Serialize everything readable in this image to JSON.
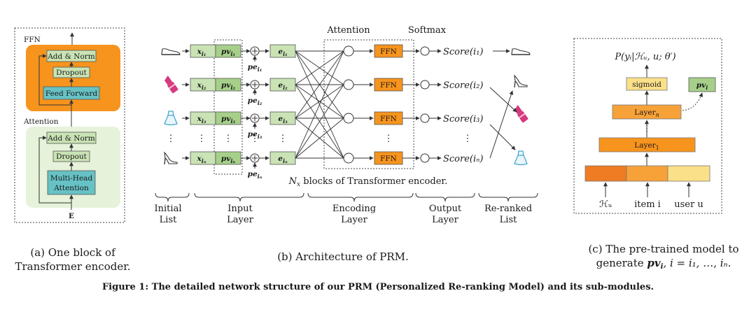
{
  "panel_a": {
    "ffn_label": "FFN",
    "attention_label": "Attention",
    "add_norm": "Add & Norm",
    "dropout": "Dropout",
    "feed_forward": "Feed Forward",
    "multi_head_1": "Multi-Head",
    "multi_head_2": "Attention",
    "input_label": "E",
    "caption_line1": "(a) One block of",
    "caption_line2": "Transformer encoder."
  },
  "panel_b": {
    "attention_title": "Attention",
    "softmax_title": "Softmax",
    "rows": [
      {
        "item": "shoe-icon",
        "x_base": "x",
        "x_sub": "i₁",
        "pv_base": "pv",
        "pv_sub": "i₁",
        "pe_base": "pe",
        "pe_sub": "i₁",
        "e_base": "e",
        "e_sub": "i₁",
        "ffn": "FFN",
        "score": "Score(i₁)",
        "reranked": "shoe-icon"
      },
      {
        "item": "lipstick-icon",
        "x_base": "x",
        "x_sub": "i₂",
        "pv_base": "pv",
        "pv_sub": "i₂",
        "pe_base": "pe",
        "pe_sub": "i₂",
        "e_base": "e",
        "e_sub": "i₂",
        "ffn": "FFN",
        "score": "Score(i₂)",
        "reranked": "high-heel-icon"
      },
      {
        "item": "dress-icon",
        "x_base": "x",
        "x_sub": "i₃",
        "pv_base": "pv",
        "pv_sub": "i₃",
        "pe_base": "pe",
        "pe_sub": "i₃",
        "e_base": "e",
        "e_sub": "i₃",
        "ffn": "FFN",
        "score": "Score(i₃)",
        "reranked": "lipstick-icon"
      },
      {
        "item": "high-heel-icon",
        "x_base": "x",
        "x_sub": "iₙ",
        "pv_base": "pv",
        "pv_sub": "iₙ",
        "pe_base": "pe",
        "pe_sub": "iₙ",
        "e_base": "e",
        "e_sub": "iₙ",
        "ffn": "FFN",
        "score": "Score(iₙ)",
        "reranked": "dress-icon"
      }
    ],
    "ellipsis": "⋮",
    "encoder_base": "N",
    "encoder_sub": "x",
    "encoder_rest": " blocks of Transformer encoder.",
    "section_labels": [
      {
        "line1": "Initial",
        "line2": "List"
      },
      {
        "line1": "Input",
        "line2": "Layer"
      },
      {
        "line1": "Encoding",
        "line2": "Layer"
      },
      {
        "line1": "Output",
        "line2": "Layer"
      },
      {
        "line1": "Re-ranked",
        "line2": "List"
      }
    ],
    "caption": "(b) Architecture of PRM."
  },
  "panel_c": {
    "output_formula": "P(yᵢ|ℋᵤ, u; θ′)",
    "sigmoid": "sigmoid",
    "pv_base": "pv",
    "pv_sub": "i",
    "layer_n_base": "Layer",
    "layer_n_sub": "n",
    "layer_1_base": "Layer",
    "layer_1_sub": "1",
    "ellipsis": "⋮",
    "input_hu": "ℋᵤ",
    "input_item": "item i",
    "input_user": "user u",
    "caption_line1": "(c) The pre-trained model to",
    "caption_line2_prefix": "generate ",
    "caption_line2_pv": "pv",
    "caption_line2_sub": "i",
    "caption_line2_suffix": ", i = i₁, …, iₙ."
  },
  "figure_caption": "Figure 1: The detailed network structure of our PRM (Personalized Re-ranking Model) and its sub-modules.",
  "colors": {
    "orange": "#f7941d",
    "light_orange_bg": "#fbd3a4",
    "light_green_bg": "#e6f2da",
    "green_box": "#c9e3b5",
    "mid_green_box": "#a6d08a",
    "teal": "#66c2c5",
    "orange_dark": "#ef7b22",
    "orange_mid": "#f7a139",
    "yellow": "#fbe08a",
    "magenta": "#d6397e",
    "teal_icon": "#4aa8c9"
  }
}
